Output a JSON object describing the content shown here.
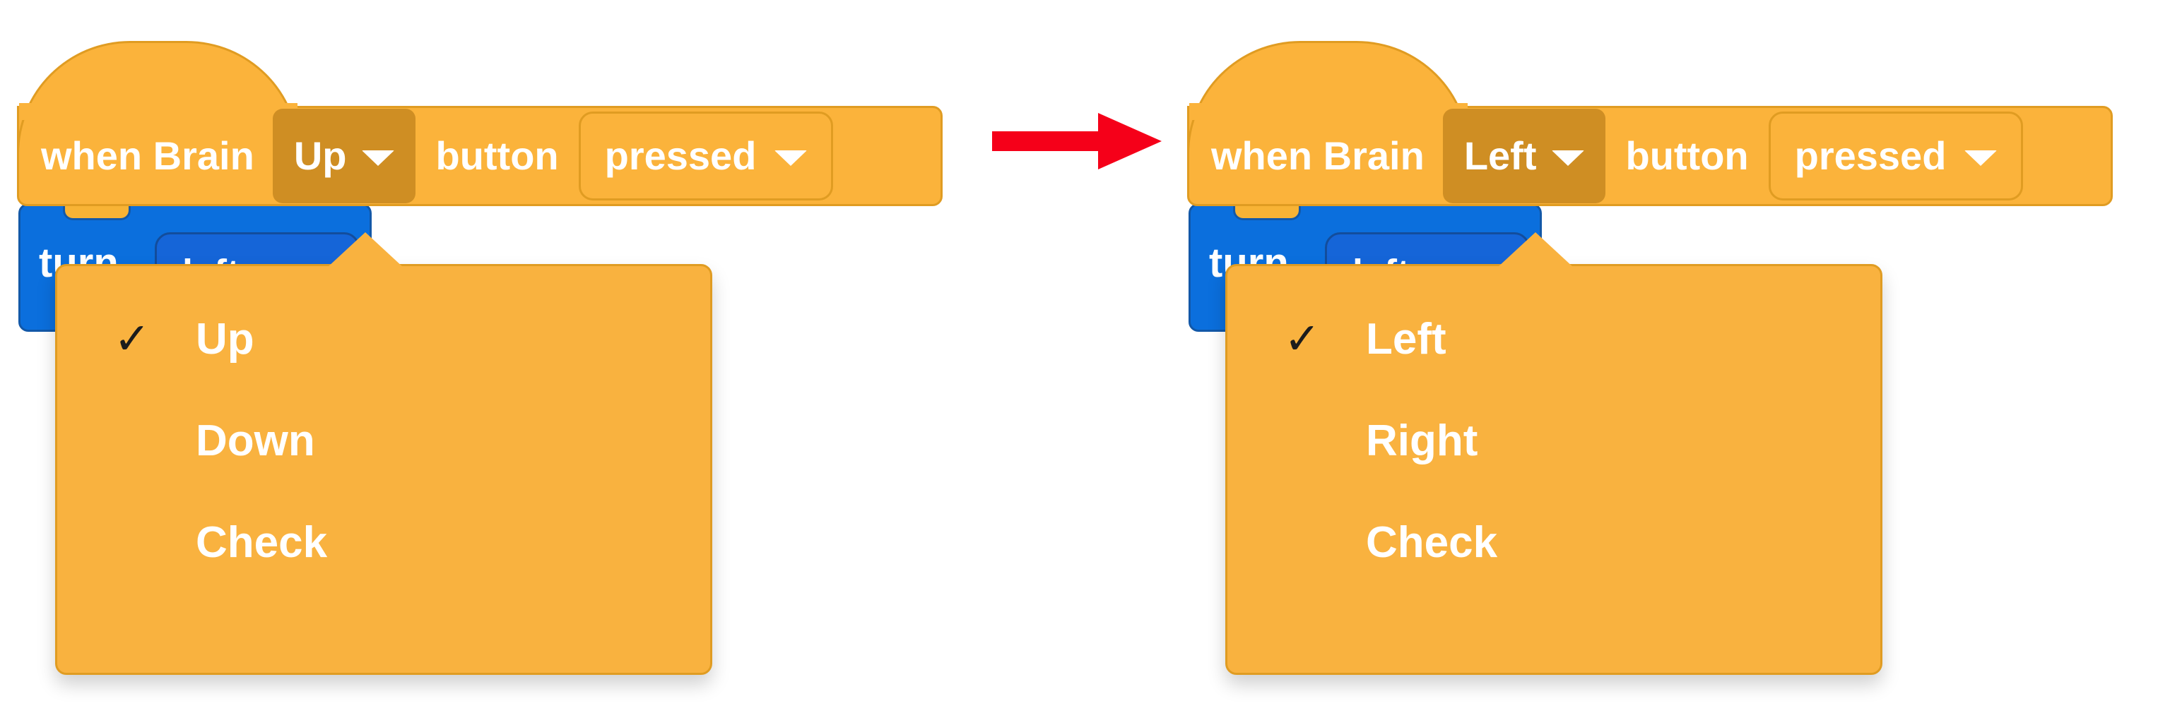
{
  "colors": {
    "block_orange": "#fbb33b",
    "block_orange_border": "#e09c22",
    "dropdown_active": "#cf8e23",
    "menu_bg": "#f9b23f",
    "blue_block": "#0b6fdd",
    "blue_block_border": "#1258a8",
    "blue_field": "#1565d8",
    "arrow_red": "#f50019",
    "text_white": "#ffffff",
    "check_black": "#1c1c1c",
    "canvas": "#ffffff"
  },
  "arrow": {
    "name": "transition-arrow",
    "direction": "right"
  },
  "panels": [
    {
      "id": "before",
      "hat_block": {
        "prefix_label": "when Brain",
        "button_dropdown": {
          "value": "Up",
          "caret": "chevron-down-icon"
        },
        "middle_label": "button",
        "state_dropdown": {
          "value": "pressed",
          "caret": "chevron-down-icon"
        }
      },
      "blue_block": {
        "label": "turn",
        "field_value": "left"
      },
      "menu": {
        "selected": "Up",
        "items": [
          {
            "label": "Up",
            "checked": true,
            "check_glyph": "✓"
          },
          {
            "label": "Down",
            "checked": false,
            "check_glyph": "✓"
          },
          {
            "label": "Check",
            "checked": false,
            "check_glyph": "✓"
          }
        ]
      }
    },
    {
      "id": "after",
      "hat_block": {
        "prefix_label": "when Brain",
        "button_dropdown": {
          "value": "Left",
          "caret": "chevron-down-icon"
        },
        "middle_label": "button",
        "state_dropdown": {
          "value": "pressed",
          "caret": "chevron-down-icon"
        }
      },
      "blue_block": {
        "label": "turn",
        "field_value": "left"
      },
      "menu": {
        "selected": "Left",
        "items": [
          {
            "label": "Left",
            "checked": true,
            "check_glyph": "✓"
          },
          {
            "label": "Right",
            "checked": false,
            "check_glyph": "✓"
          },
          {
            "label": "Check",
            "checked": false,
            "check_glyph": "✓"
          }
        ]
      }
    }
  ]
}
